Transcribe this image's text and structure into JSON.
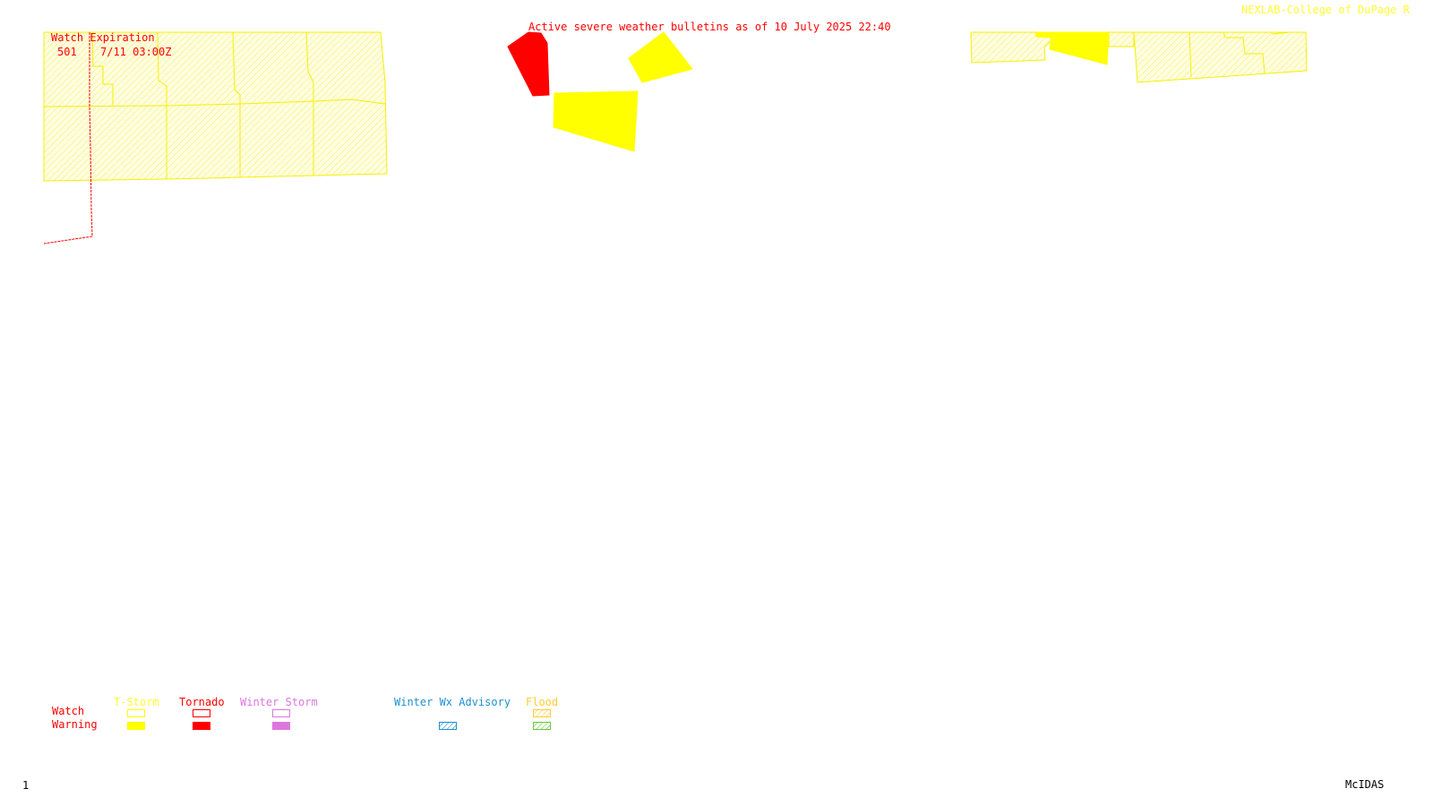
{
  "header": {
    "title": "Active severe weather bulletins as of 10 July 2025 22:40",
    "credit": "NEXLAB-College of DuPage R"
  },
  "watch_table": {
    "header": "Watch Expiration",
    "rows": [
      {
        "number": "501",
        "expiration": "7/11 03:00Z"
      }
    ]
  },
  "legend": {
    "row_labels": {
      "watch": "Watch",
      "warning": "Warning"
    },
    "categories": [
      {
        "name": "T-Storm",
        "color": "#ffff00",
        "watch_style": "outline",
        "warning_style": "solid"
      },
      {
        "name": "Tornado",
        "color": "#ff0000",
        "watch_style": "outline",
        "warning_style": "solid"
      },
      {
        "name": "Winter Storm",
        "color": "#dd77dd",
        "watch_style": "outline",
        "warning_style": "solid"
      },
      {
        "name": "Winter Wx Advisory",
        "color": "#1e90d0",
        "warning_style": "hatched"
      },
      {
        "name": "Flood",
        "color": "#ffcc33",
        "watch_style": "hatched",
        "warning_style": "hatched",
        "warning_color": "#66cc33"
      }
    ]
  },
  "footer": {
    "frame_number": "1",
    "software": "McIDAS"
  },
  "colors": {
    "tornado": "#ff0000",
    "tstorm": "#ffff00",
    "text_red": "#ff0000"
  }
}
